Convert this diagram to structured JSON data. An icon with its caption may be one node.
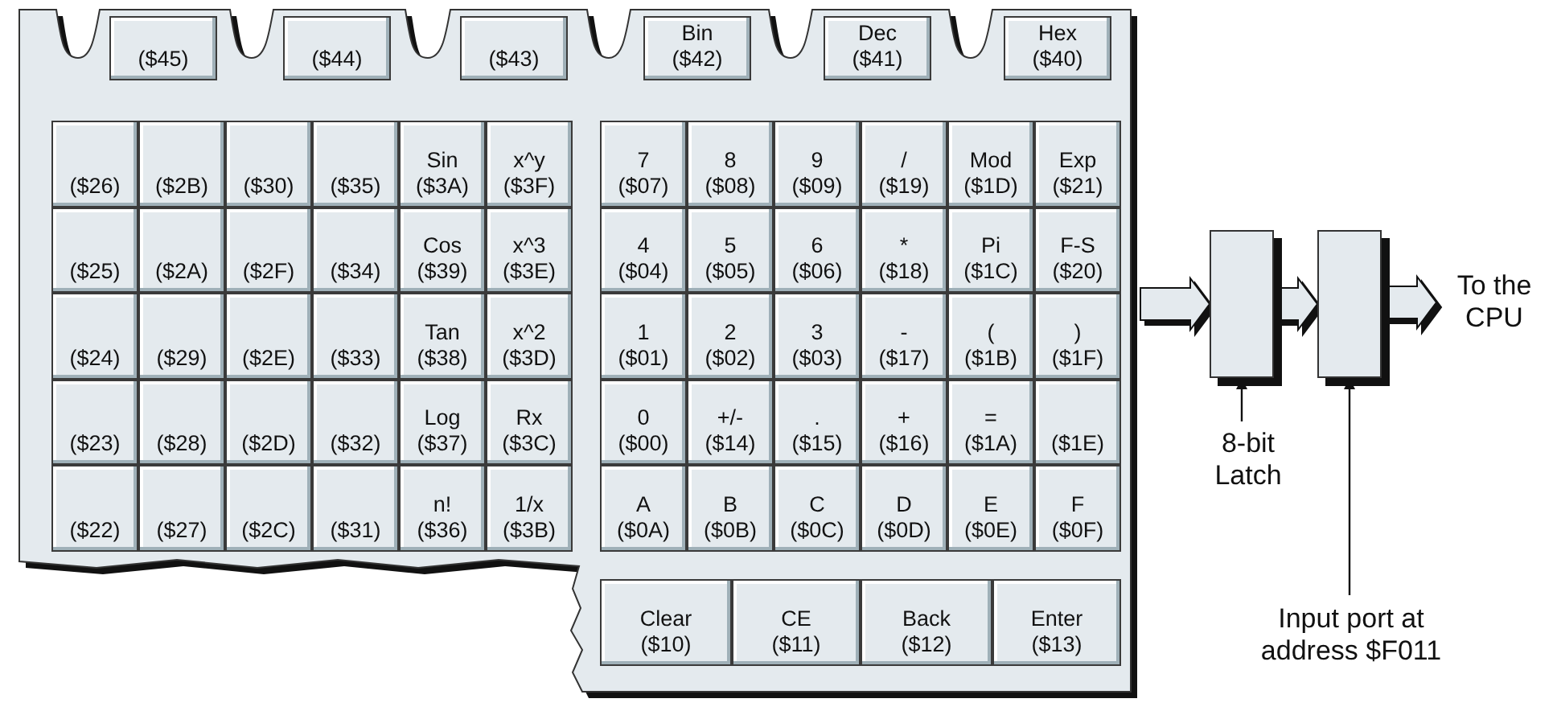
{
  "diagram": {
    "nodes": [
      {
        "text": [],
        "shape": "box"
      },
      {
        "text": [
          "($45)"
        ],
        "in": 0
      },
      {
        "text": [
          "($44)"
        ],
        "in": 0
      },
      {
        "text": [
          "($43)"
        ],
        "in": 0
      },
      {
        "text": [
          "Bin",
          "($42)"
        ],
        "in": 0
      },
      {
        "text": [
          "Dec",
          "($41)"
        ],
        "in": 0
      },
      {
        "text": [
          "Hex",
          "($40)"
        ],
        "in": 0
      },
      {
        "text": [
          "($26)"
        ],
        "in": 0
      },
      {
        "text": [
          "($2B)"
        ],
        "in": 0
      },
      {
        "text": [
          "($30)"
        ],
        "in": 0
      },
      {
        "text": [
          "($35)"
        ],
        "in": 0
      },
      {
        "text": [
          "Sin",
          "($3A)"
        ],
        "in": 0
      },
      {
        "text": [
          "x^y",
          "($3F)"
        ],
        "in": 0
      },
      {
        "text": [
          "($25)"
        ],
        "in": 0
      },
      {
        "text": [
          "($2A)"
        ],
        "in": 0
      },
      {
        "text": [
          "($2F)"
        ],
        "in": 0
      },
      {
        "text": [
          "($34)"
        ],
        "in": 0
      },
      {
        "text": [
          "Cos",
          "($39)"
        ],
        "in": 0
      },
      {
        "text": [
          "x^3",
          "($3E)"
        ],
        "in": 0
      },
      {
        "text": [
          "($24)"
        ],
        "in": 0
      },
      {
        "text": [
          "($29)"
        ],
        "in": 0
      },
      {
        "text": [
          "($2E)"
        ],
        "in": 0
      },
      {
        "text": [
          "($33)"
        ],
        "in": 0
      },
      {
        "text": [
          "Tan",
          "($38)"
        ],
        "in": 0
      },
      {
        "text": [
          "x^2",
          "($3D)"
        ],
        "in": 0
      },
      {
        "text": [
          "($23)"
        ],
        "in": 0
      },
      {
        "text": [
          "($28)"
        ],
        "in": 0
      },
      {
        "text": [
          "($2D)"
        ],
        "in": 0
      },
      {
        "text": [
          "($32)"
        ],
        "in": 0
      },
      {
        "text": [
          "Log",
          "($37)"
        ],
        "in": 0
      },
      {
        "text": [
          "Rx",
          "($3C)"
        ],
        "in": 0
      },
      {
        "text": [
          "($22)"
        ],
        "in": 0
      },
      {
        "text": [
          "($27)"
        ],
        "in": 0
      },
      {
        "text": [
          "($2C)"
        ],
        "in": 0
      },
      {
        "text": [
          "($31)"
        ],
        "in": 0
      },
      {
        "text": [
          "n!",
          "($36)"
        ],
        "in": 0
      },
      {
        "text": [
          "1/x",
          "($3B)"
        ],
        "in": 0
      },
      {
        "text": [
          "7",
          "($07)"
        ],
        "in": 0
      },
      {
        "text": [
          "8",
          "($08)"
        ],
        "in": 0
      },
      {
        "text": [
          "9",
          "($09)"
        ],
        "in": 0
      },
      {
        "text": [
          "/",
          "($19)"
        ],
        "in": 0
      },
      {
        "text": [
          "Mod",
          "($1D)"
        ],
        "in": 0
      },
      {
        "text": [
          "Exp",
          "($21)"
        ],
        "in": 0
      },
      {
        "text": [
          "4",
          "($04)"
        ],
        "in": 0
      },
      {
        "text": [
          "5",
          "($05)"
        ],
        "in": 0
      },
      {
        "text": [
          "6",
          "($06)"
        ],
        "in": 0
      },
      {
        "text": [
          "*",
          "($18)"
        ],
        "in": 0
      },
      {
        "text": [
          "Pi",
          "($1C)"
        ],
        "in": 0
      },
      {
        "text": [
          "F-S",
          "($20)"
        ],
        "in": 0
      },
      {
        "text": [
          "1",
          "($01)"
        ],
        "in": 0
      },
      {
        "text": [
          "2",
          "($02)"
        ],
        "in": 0
      },
      {
        "text": [
          "3",
          "($03)"
        ],
        "in": 0
      },
      {
        "text": [
          "-",
          "($17)"
        ],
        "in": 0
      },
      {
        "text": [
          "(",
          "($1B)"
        ],
        "in": 0
      },
      {
        "text": [
          ")",
          "($1F)"
        ],
        "in": 0
      },
      {
        "text": [
          "0",
          "($00)"
        ],
        "in": 0
      },
      {
        "text": [
          "+/-",
          "($14)"
        ],
        "in": 0
      },
      {
        "text": [
          ".",
          "($15)"
        ],
        "in": 0
      },
      {
        "text": [
          "+",
          "($16)"
        ],
        "in": 0
      },
      {
        "text": [
          "=",
          "($1A)"
        ],
        "in": 0
      },
      {
        "text": [
          "($1E)"
        ],
        "in": 0
      },
      {
        "text": [
          "A",
          "($0A)"
        ],
        "in": 0
      },
      {
        "text": [
          "B",
          "($0B)"
        ],
        "in": 0
      },
      {
        "text": [
          "C",
          "($0C)"
        ],
        "in": 0
      },
      {
        "text": [
          "D",
          "($0D)"
        ],
        "in": 0
      },
      {
        "text": [
          "E",
          "($0E)"
        ],
        "in": 0
      },
      {
        "text": [
          "F",
          "($0F)"
        ],
        "in": 0
      },
      {
        "text": [
          "Clear",
          "($10)"
        ],
        "in": 0
      },
      {
        "text": [
          "CE",
          "($11)"
        ],
        "in": 0
      },
      {
        "text": [
          "Back",
          "($12)"
        ],
        "in": 0
      },
      {
        "text": [
          "Enter",
          "($13)"
        ],
        "in": 0
      },
      {
        "text": [],
        "shape": "box"
      },
      {
        "text": [],
        "shape": "box"
      },
      {
        "text": [
          "To the CPU"
        ]
      },
      {
        "text": [
          "8-bit Latch"
        ]
      },
      {
        "text": [
          "Input port at address $F011"
        ]
      }
    ],
    "edges": [
      {
        "from": 0,
        "to": 71,
        "arrow": "to",
        "style": "thick"
      },
      {
        "from": 71,
        "to": 72,
        "arrow": "to",
        "style": "thick"
      },
      {
        "from": 72,
        "to": 73,
        "arrow": "to",
        "style": "thick"
      },
      {
        "from": 74,
        "to": 71,
        "arrow": "to"
      },
      {
        "from": 75,
        "to": 72,
        "arrow": "to"
      }
    ]
  }
}
